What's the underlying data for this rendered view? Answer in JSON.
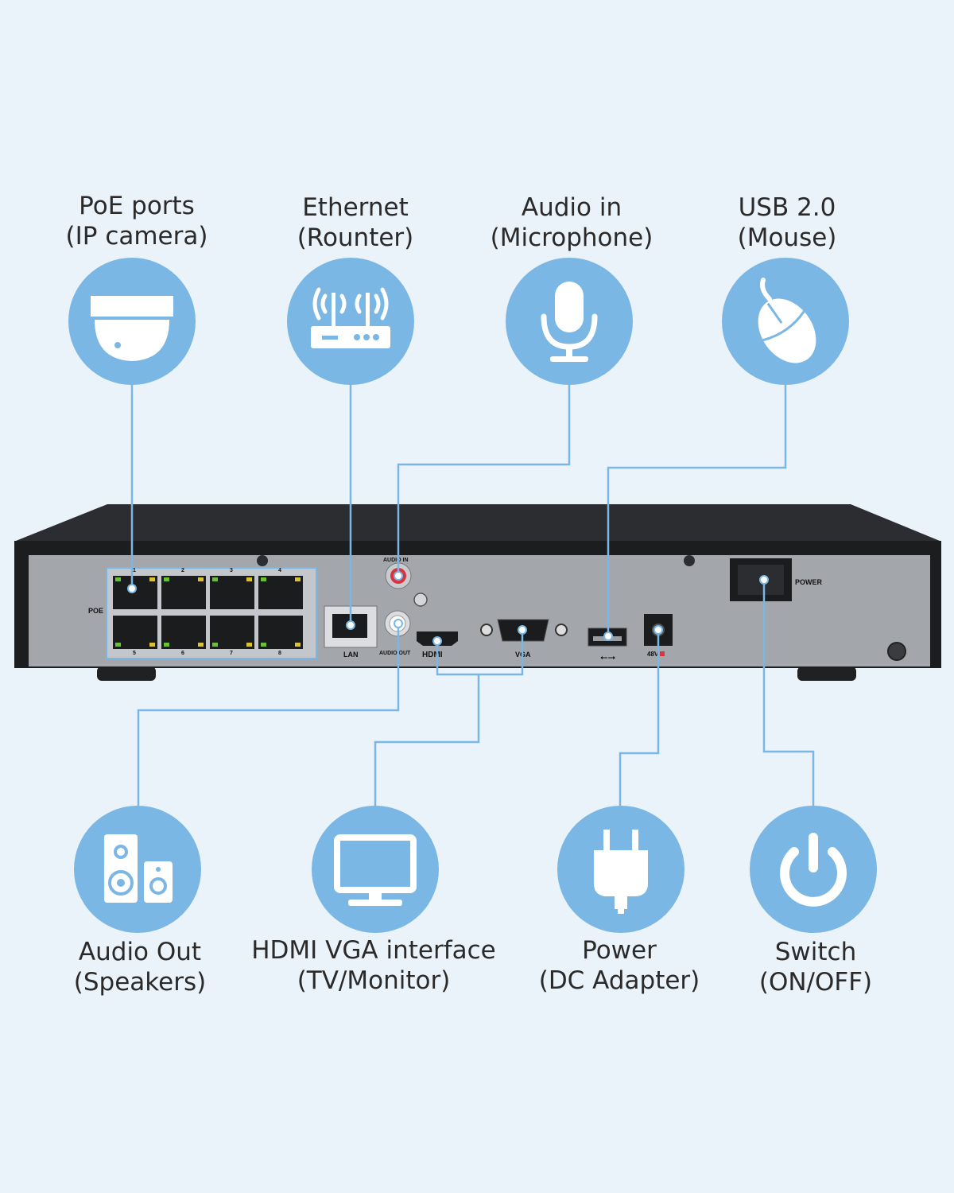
{
  "colors": {
    "background": "#ebf3fa",
    "circle": "#7bb7e4",
    "connector": "#7bb7e4",
    "chassis_top": "#2b2d30",
    "panel": "#a3a6ab",
    "port_led_green": "#6bbf3b",
    "port_led_yellow": "#d8c23a",
    "audio_in_red": "#d9333f"
  },
  "features": [
    {
      "id": "poe",
      "title": "PoE ports",
      "subtitle": "(IP camera)",
      "icon": "dome-camera-icon"
    },
    {
      "id": "ethernet",
      "title": "Ethernet",
      "subtitle": "(Rounter)",
      "icon": "router-icon"
    },
    {
      "id": "audio_in",
      "title": "Audio in",
      "subtitle": "(Microphone)",
      "icon": "microphone-icon"
    },
    {
      "id": "usb",
      "title": "USB 2.0",
      "subtitle": "(Mouse)",
      "icon": "mouse-icon"
    },
    {
      "id": "audio_out",
      "title": "Audio Out",
      "subtitle": "(Speakers)",
      "icon": "speakers-icon"
    },
    {
      "id": "display",
      "title": "HDMI VGA interface",
      "subtitle": "(TV/Monitor)",
      "icon": "monitor-icon"
    },
    {
      "id": "power",
      "title": "Power",
      "subtitle": "(DC Adapter)",
      "icon": "plug-icon"
    },
    {
      "id": "switch",
      "title": "Switch",
      "subtitle": "(ON/OFF)",
      "icon": "power-button-icon"
    }
  ],
  "device_labels": {
    "poe": "POE",
    "port_numbers_top": [
      "1",
      "2",
      "3",
      "4"
    ],
    "port_numbers_bottom": [
      "5",
      "6",
      "7",
      "8"
    ],
    "lan": "LAN",
    "audio_in": "AUDIO IN",
    "audio_out": "AUDIO OUT",
    "hdmi": "HDMI",
    "vga": "VGA",
    "dc": "48V",
    "power": "POWER"
  }
}
